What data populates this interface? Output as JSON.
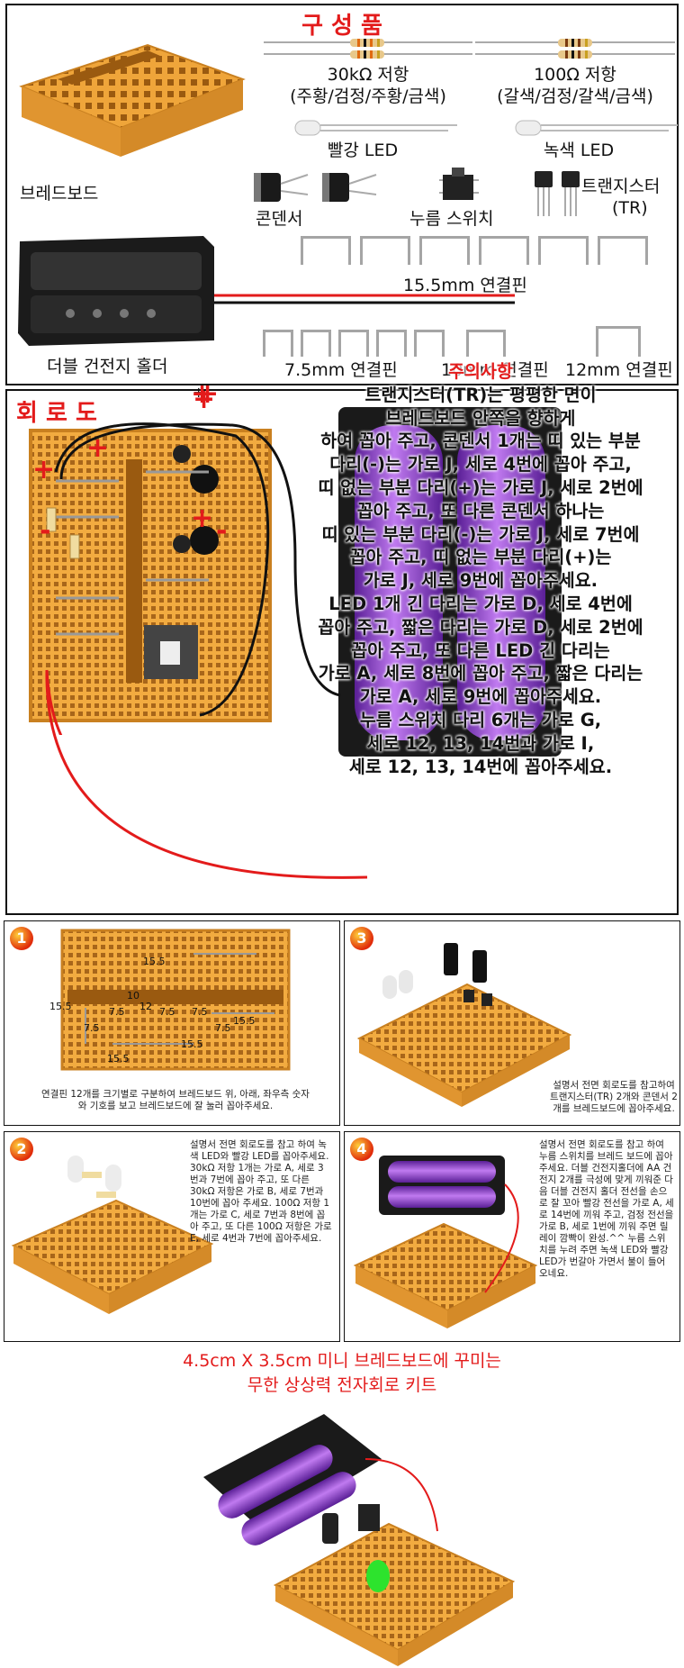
{
  "components": {
    "title": "구 성 품",
    "resistor_30k": "30kΩ 저항",
    "resistor_30k_code": "(주황/검정/주황/금색)",
    "resistor_100": "100Ω 저항",
    "resistor_100_code": "(갈색/검정/갈색/금색)",
    "red_led": "빨강 LED",
    "green_led": "녹색 LED",
    "breadboard": "브레드보드",
    "capacitor": "콘덴서",
    "push_switch": "누름 스위치",
    "transistor": "트랜지스터",
    "transistor_abbr": "(TR)",
    "pin_15_5": "15.5mm 연결핀",
    "battery_holder": "더블 건전지 홀더",
    "pin_7_5": "7.5mm 연결핀",
    "pin_10": "10mm 연결핀",
    "pin_12": "12mm 연결핀"
  },
  "circuit": {
    "title": "회 로 도",
    "notice_title": "주의사항",
    "notice_lines": [
      "트랜지스터(TR)는 평평한 면이",
      "브레드보드 안쪽을 향하게",
      "하여 꼽아 주고, 콘덴서 1개는 띠 있는 부분",
      "다리(-)는 가로 J, 세로 4번에 꼽아 주고,",
      "띠 없는 부분 다리(+)는 가로 J, 세로 2번에",
      "꼽아 주고, 또 다른 콘덴서 하나는",
      "띠 있는 부분 다리(-)는 가로 J, 세로 7번에",
      "꼽아 주고, 띠 없는 부분 다리(+)는",
      "가로 J, 세로 9번에 꼽아주세요.",
      "LED 1개 긴 다리는 가로 D, 세로 4번에",
      "꼽아 주고, 짧은 다리는 가로 D, 세로 2번에",
      "꼽아 주고, 또 다른 LED 긴 다리는",
      "가로 A, 세로 8번에 꼽아 주고, 짧은 다리는",
      "가로 A, 세로 9번에 꼽아주세요.",
      "누름 스위치 다리 6개는 가로 G,",
      "세로 12, 13, 14번과 가로 I,",
      "세로 12, 13, 14번에 꼽아주세요."
    ],
    "plus": "+",
    "minus": "-"
  },
  "steps": [
    {
      "number": "1",
      "text": "연결핀 12개를 크기별로 구분하여 브레드보드 위, 아래, 좌우측 숫자와 기호를 보고 브레드보드에 잘 눌러 꼽아주세요.",
      "pin_labels": [
        "15.5",
        "15.5",
        "10",
        "12",
        "7.5",
        "7.5",
        "7.5",
        "7.5",
        "7.5",
        "15.5",
        "15.5",
        "15.5"
      ]
    },
    {
      "number": "2",
      "text": "설명서 전면 회로도를 참고 하여 녹색 LED와 빨강 LED를 꼽아주세요. 30kΩ 저항 1개는 가로 A, 세로 3번과 7번에 꼽아 주고, 또 다른 30kΩ 저항은 가로 B, 세로 7번과 10번에 꼽아 주세요. 100Ω 저항 1개는 가로 C, 세로 7번과 8번에 꼽아 주고, 또 다른 100Ω 저항은 가로E, 세로 4번과 7번에 꼽아주세요."
    },
    {
      "number": "3",
      "text": "설명서 전면 회로도를 참고하여 트랜지스터(TR) 2개와 콘덴서 2개를 브레드보드에 꼽아주세요."
    },
    {
      "number": "4",
      "text": "설명서 전면 회로도를 참고 하여 누름 스위치를 브레드 보드에 꼽아주세요. 더블 건전지홀더에 AA 건전지 2개를 극성에 맞게 끼워준 다음 더블 건전지 홀더 전선을 손으로 잘 꼬아 빨강 전선을 가로 A, 세로 14번에 끼워 주고, 검정 전선을 가로 B, 세로 1번에 끼워 주면 릴레이 깜빡이 완성.^^ 누름 스위치를 누려 주면 녹색 LED와 빨강 LED가 번갈아 가면서 불이 들어 오네요."
    }
  ],
  "footer": {
    "line1": "4.5cm X 3.5cm 미니 브레드보드에 꾸미는",
    "line2": "무한 상상력 전자회로 키트"
  },
  "colors": {
    "accent_red": "#e31b1b",
    "board_orange": "#f2a93b",
    "battery_purple": "#8d3fd0",
    "pin_gray": "#a5a5a5"
  }
}
